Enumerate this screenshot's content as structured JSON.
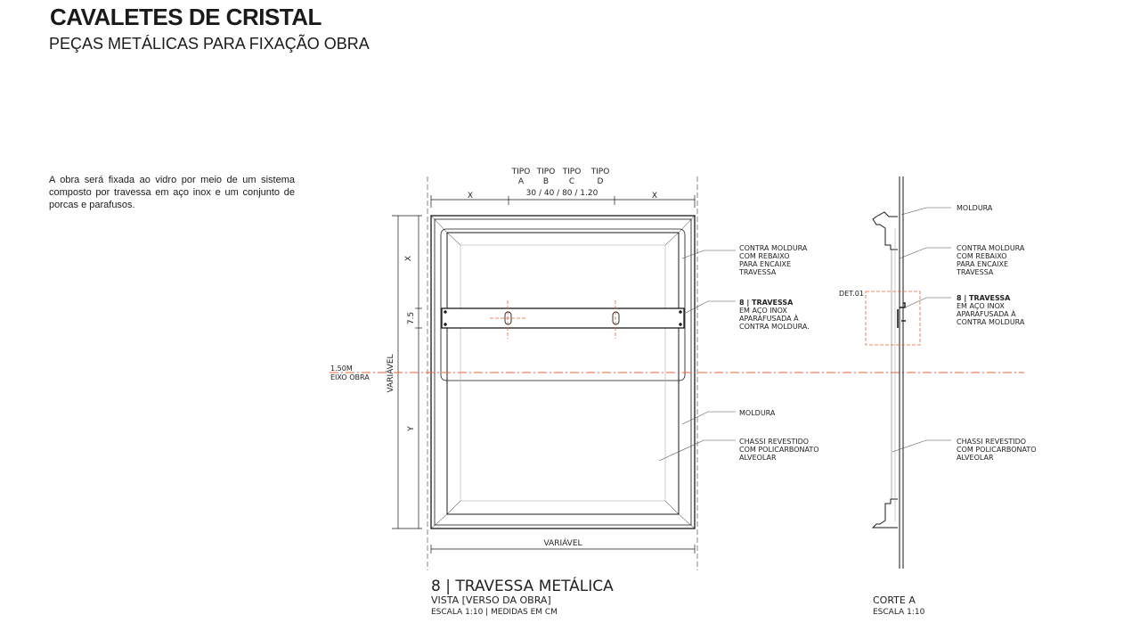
{
  "header": {
    "title": "CAVALETES DE CRISTAL",
    "subtitle": "PEÇAS METÁLICAS PARA FIXAÇÃO OBRA"
  },
  "description": "A obra será fixada ao vidro por meio de um sistema composto por travessa em aço inox e um conjunto de porcas e parafusos.",
  "front_view": {
    "types": [
      {
        "line1": "TIPO",
        "line2": "A"
      },
      {
        "line1": "TIPO",
        "line2": "B"
      },
      {
        "line1": "TIPO",
        "line2": "C"
      },
      {
        "line1": "TIPO",
        "line2": "D"
      }
    ],
    "type_values": "30 / 40 / 80 / 1.20",
    "dim_x_left": "X",
    "dim_x_right": "X",
    "dim_v_x": "X",
    "dim_v_75": "7.5",
    "dim_v_y": "Y",
    "dim_variavel_v": "VARIÁVEL",
    "dim_variavel_h": "VARIÁVEL",
    "eixo_height": "1.50M",
    "eixo_label": "EIXO OBRA",
    "labels": {
      "contra_moldura": [
        "CONTRA MOLDURA",
        "COM REBAIXO",
        "PARA ENCAIXE",
        "TRAVESSA"
      ],
      "travessa_title": "8 | TRAVESSA",
      "travessa_lines": [
        "EM AÇO INOX",
        "APARAFUSADA À",
        "CONTRA MOLDURA."
      ],
      "moldura": "MOLDURA",
      "chassi": [
        "CHASSI REVESTIDO",
        "COM POLICARBONATO",
        "ALVEOLAR"
      ]
    },
    "caption": {
      "title": "8 | TRAVESSA METÁLICA",
      "subtitle": "VISTA [VERSO DA OBRA]",
      "scale": "ESCALA 1:10 | MEDIDAS EM CM"
    }
  },
  "section_view": {
    "det_label": "DET.01",
    "labels": {
      "moldura": "MOLDURA",
      "contra_moldura": [
        "CONTRA MOLDURA",
        "COM REBAIXO",
        "PARA ENCAIXE",
        "TRAVESSA"
      ],
      "travessa_title": "8 | TRAVESSA",
      "travessa_lines": [
        "EM AÇO INOX",
        "APARAFUSADA À",
        "CONTRA MOLDURA"
      ],
      "chassi": [
        "CHASSI REVESTIDO",
        "COM POLICARBONATO",
        "ALVEOLAR"
      ]
    },
    "caption": {
      "title": "CORTE A",
      "scale": "ESCALA 1:10"
    }
  },
  "colors": {
    "ink": "#1a1a1a",
    "axis": "#e8643c",
    "thin": "#888888"
  }
}
